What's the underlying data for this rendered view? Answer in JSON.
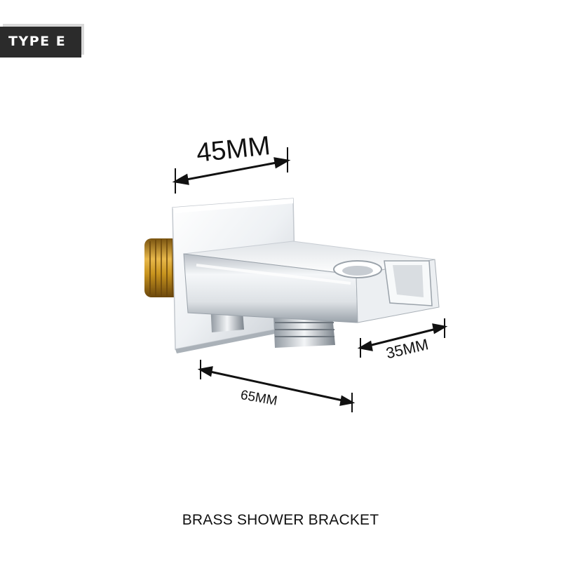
{
  "badge": {
    "label": "TYPE E"
  },
  "dimensions": {
    "width_top": "45MM",
    "depth_right": "35MM",
    "length_bottom": "65MM"
  },
  "caption": "BRASS SHOWER BRACKET",
  "colors": {
    "badge_bg": "#2b2b2b",
    "brass": "#c8941e",
    "chrome_light": "#f4f6f8",
    "chrome_dark": "#9aa2aa"
  }
}
